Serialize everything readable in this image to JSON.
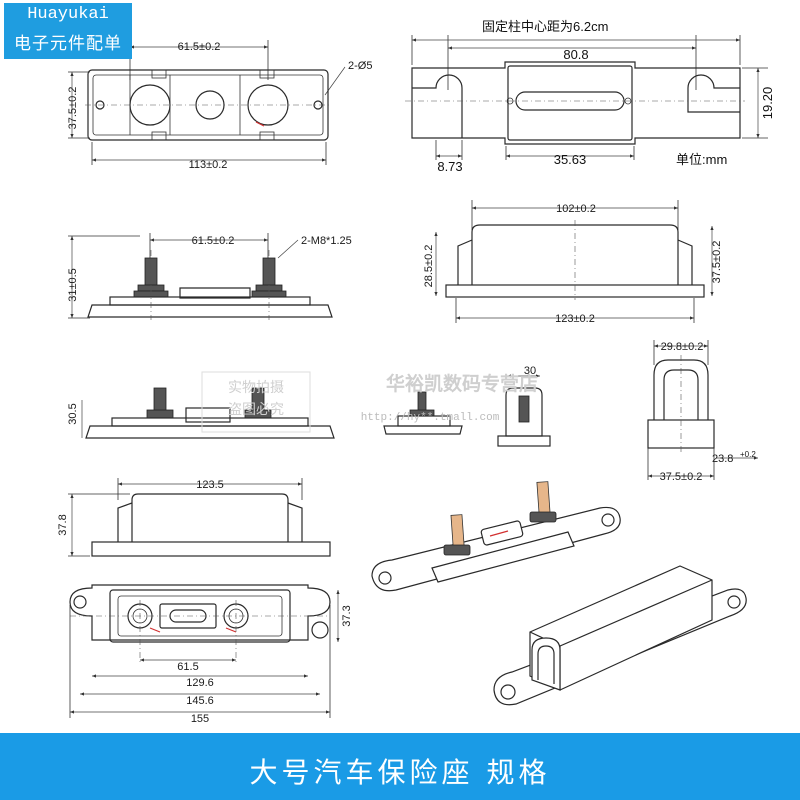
{
  "logo": {
    "brand": "Huayukai",
    "subtitle": "电子元件配单"
  },
  "footer": {
    "title": "大号汽车保险座 规格"
  },
  "watermark": {
    "store": "华裕凯数码专营店",
    "real_photo": "实物拍摄",
    "copy_notice": "盗图必究",
    "url": "http://hy**.tmall.com"
  },
  "top_right": {
    "note": "固定柱中心距为6.2cm",
    "width": "80.8",
    "height": "19.20",
    "slot": "8.73",
    "center_len": "35.63",
    "unit": "单位:mm"
  },
  "top_view": {
    "spacing": "61.5±0.2",
    "holes": "2-Ø5",
    "height": "37.5±0.2",
    "length": "113±0.2"
  },
  "side_view": {
    "spacing": "61.5±0.2",
    "thread": "2-M8*1.25",
    "height": "31±0.5"
  },
  "cover_view": {
    "length": "102±0.2",
    "height_left": "28.5±0.2",
    "height_right": "37.5±0.2",
    "base": "123±0.2"
  },
  "end_view": {
    "width": "29.8±0.2",
    "depth": "23.8",
    "depth_tol": "+0.2",
    "base": "37.5±0.2"
  },
  "photo_base": {
    "height": "30.5"
  },
  "photo_small": {
    "width": "30"
  },
  "assembled_side": {
    "length": "123.5",
    "height": "37.8"
  },
  "assembled_top": {
    "spacing": "61.5",
    "inner": "129.6",
    "mid": "145.6",
    "overall": "155",
    "height": "37.3"
  },
  "colors": {
    "banner": "#1a9be6",
    "logo": "#1f9de0",
    "marker": "#d23030"
  }
}
